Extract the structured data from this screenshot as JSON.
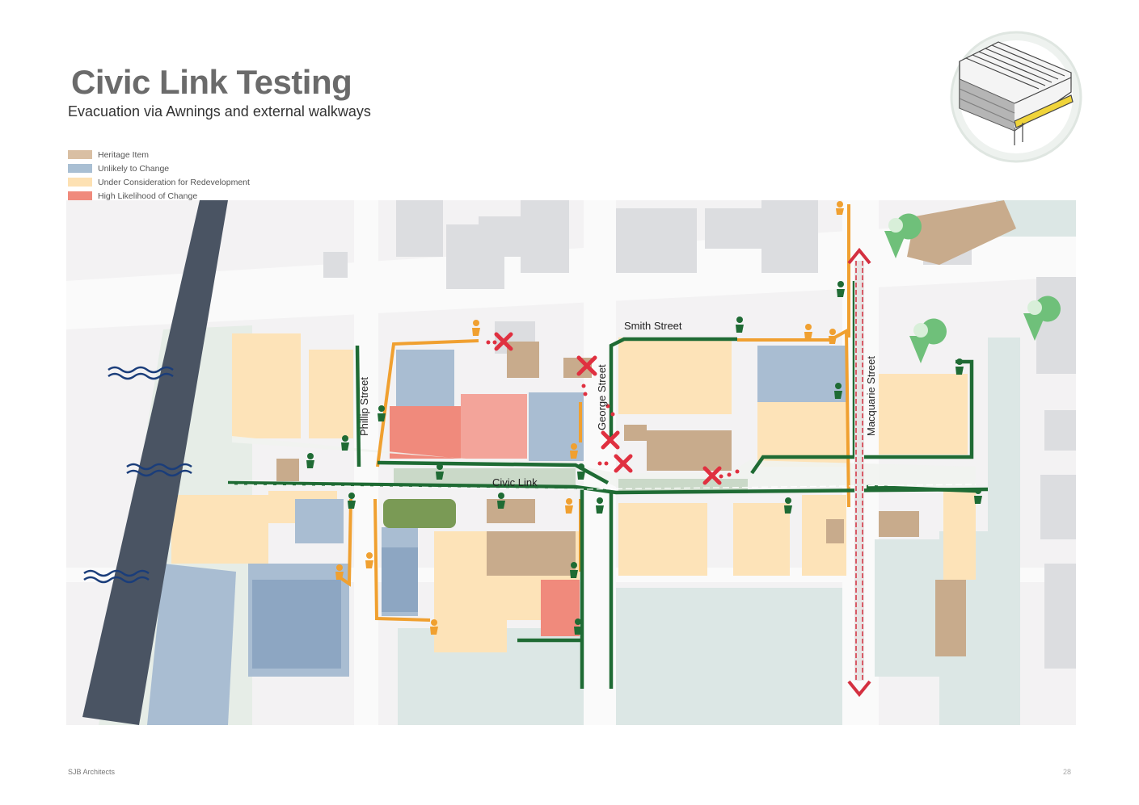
{
  "header": {
    "title": "Civic Link Testing",
    "subtitle": "Evacuation via Awnings and external walkways"
  },
  "legend": {
    "items": [
      {
        "label": "Heritage Item",
        "color": "#d9bfa3"
      },
      {
        "label": "Unlikely to Change",
        "color": "#a9bfd3"
      },
      {
        "label": "Under Consideration for Redevelopment",
        "color": "#fde1b3"
      },
      {
        "label": "High Likelihood of Change",
        "color": "#f08a7c"
      }
    ]
  },
  "map": {
    "streets": {
      "smith": "Smith Street",
      "george": "George Street",
      "macquarie": "Macquarie Street",
      "phillip": "Phillip Street",
      "civic_link": "Civic Link"
    },
    "colors": {
      "route_green": "#1f6b34",
      "route_orange": "#f0a030",
      "blocked_red": "#e03040",
      "river": "#4a5463",
      "water_wave": "#1a3d7a",
      "marker_green": "#6fc07a"
    }
  },
  "footer": {
    "company": "SJB Architects",
    "page": "28"
  }
}
